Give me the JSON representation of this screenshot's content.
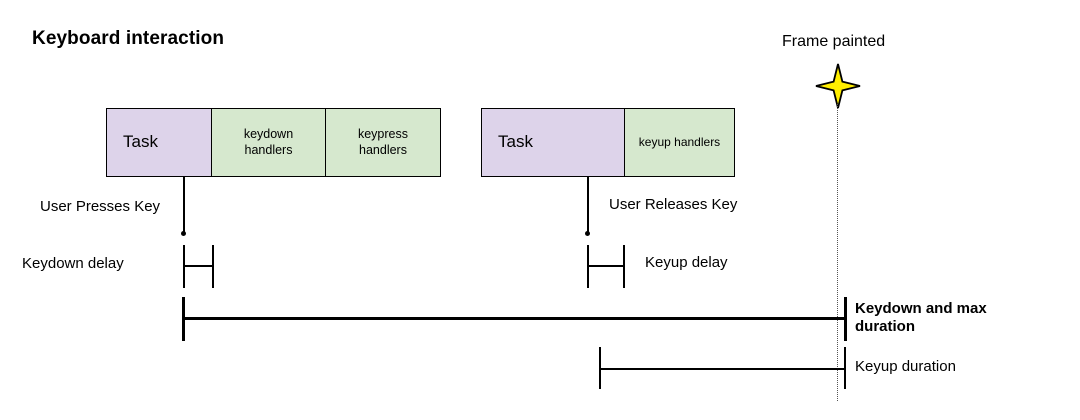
{
  "diagram": {
    "title": "Keyboard interaction",
    "type": "timeline",
    "colors": {
      "task_fill": "#ddd3ea",
      "handler_fill": "#d6e8ce",
      "stroke": "#000000",
      "star_fill": "#ffee00",
      "dotted_line": "#555555"
    }
  },
  "tracks": [
    {
      "name": "keydown-track",
      "boxes": [
        {
          "label": "Task",
          "kind": "task"
        },
        {
          "label": "keydown\nhandlers",
          "line1": "keydown",
          "line2": "handlers",
          "kind": "handler"
        },
        {
          "label": "keypress\nhandlers",
          "line1": "keypress",
          "line2": "handlers",
          "kind": "handler"
        }
      ]
    },
    {
      "name": "keyup-track",
      "boxes": [
        {
          "label": "Task",
          "kind": "task"
        },
        {
          "label": "keyup handlers",
          "line1": "keyup handlers",
          "line2": "",
          "kind": "handler"
        }
      ]
    }
  ],
  "events": [
    {
      "name": "user-presses-key",
      "label": "User Presses Key"
    },
    {
      "name": "user-releases-key",
      "label": "User Releases Key"
    },
    {
      "name": "frame-painted",
      "label": "Frame painted",
      "marker": "star-icon"
    }
  ],
  "measures": [
    {
      "name": "keydown-delay",
      "label": "Keydown delay",
      "label_side": "left"
    },
    {
      "name": "keyup-delay",
      "label": "Keyup delay",
      "label_side": "right"
    },
    {
      "name": "keydown-and-max-duration",
      "label_line1": "Keydown and max",
      "label_line2": "duration",
      "label_side": "right",
      "emphasis": "bold"
    },
    {
      "name": "keyup-duration",
      "label": "Keyup duration",
      "label_side": "right"
    }
  ]
}
